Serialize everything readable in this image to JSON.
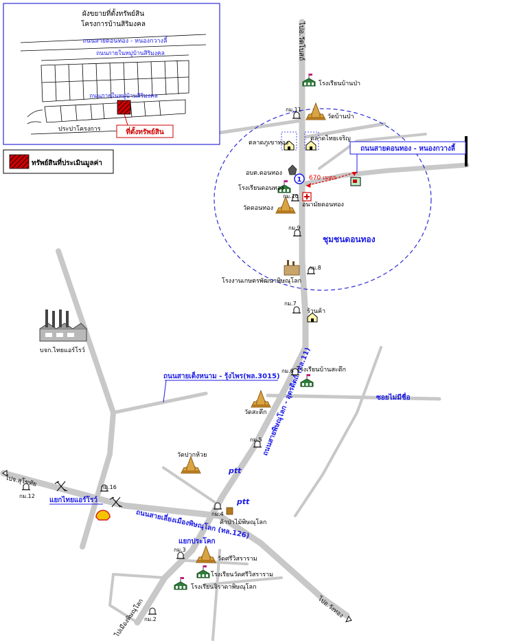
{
  "inset": {
    "title1": "ผังขยายที่ตั้งทรัพย์สิน",
    "title2": "โครงการบ้านสิริมงคล",
    "road_main": "ถนนสายดอนทอง - หนองกวางลี้",
    "road_inner1": "ถนนภายในหมู่บ้านสิริมงคล",
    "road_inner2": "ถนนภายในหมู่บ้านสิริมงคล",
    "gate": "ประปาโครงการ",
    "property": "ที่ตั้งทรัพย์สิน"
  },
  "legend": {
    "label": "ทรัพย์สินที่ประเมินมูลค่า"
  },
  "roads": {
    "to_wat_bot": "ไปอ.วัดโบสถ์",
    "donthong_nongkwang": "ถนนสายดอนทอง - หนองกวางลี้",
    "tenhanam": "ถนนสายเต็งหนาม - รุ้งไพร(พล.3015)",
    "soi": "ซอยไม่มีชื่อ",
    "phitsanulok_uttaradit": "ถนนสายพิษณุโลก - อุตรดิตถ์ (ทล.11)",
    "bypass": "ถนนสายเลี่ยงเมืองพิษณุโลก (ทล.126)",
    "to_sukhothai": "ไปจ.สุโขทัย",
    "to_wang_thong": "ไปอ.วังทอง",
    "to_phitsanulok": "ไปเมืองพิษณุโลก",
    "distance": "670 เมตร",
    "marker": "1"
  },
  "places": {
    "school_banpa": "โรงเรียนบ้านป่า",
    "wat_banpa": "วัดบ้านป่า",
    "market_phukhaothong": "ตลาดภูเขาทอง",
    "market_thaicharoen": "ตลาดไทยเจริญ",
    "obt_donthong": "อบต.ดอนทอง",
    "school_donthong": "โรงเรียนดอนทอง",
    "wat_donthong": "วัดดอนทอง",
    "health_donthong": "อนามัยดอนทอง",
    "community": "ชุมชนดอนทอง",
    "factory_agri": "โรงงานเกษตรพัฒนาพิษณุโลก",
    "shop": "ร้านค้า",
    "thaiair": "บจก.ไทยแอร์โรว์",
    "school_satuek": "โรงเรียนบ้านสะตึก",
    "wat_satuek": "วัดสะตึก",
    "wat_pakhuai": "วัดปากห้วย",
    "ptt1": "ptt",
    "ptt2": "ptt",
    "forest_shop": "ค้าป่าไม้พิษณุโลก",
    "junction_thaiair": "แยกไทยแอร์โรว์",
    "junction_prakadok": "แยกประโคก",
    "wat_siwisaram": "วัดศรีวิสราราม",
    "school_siwisaram": "โรงเรียนวัดศรีวิสราราม",
    "school_chiraphat": "โรงเรียนจิราดาพิษณุโลก"
  },
  "km": {
    "km11": "กม.11",
    "km10": "กม.10",
    "km9": "กม.9",
    "km8": "กม.8",
    "km7": "กม.7",
    "km6": "กม.6",
    "km5": "กม.5",
    "km4": "กม.4",
    "km3": "กม.3",
    "km2": "กม.2",
    "km16": "กม.16",
    "km12": "กม.12"
  },
  "colors": {
    "road": "#c8c8c8",
    "blue_label": "#1a1ae6",
    "property": "#cc0000",
    "circle": "#2a2ad8"
  }
}
